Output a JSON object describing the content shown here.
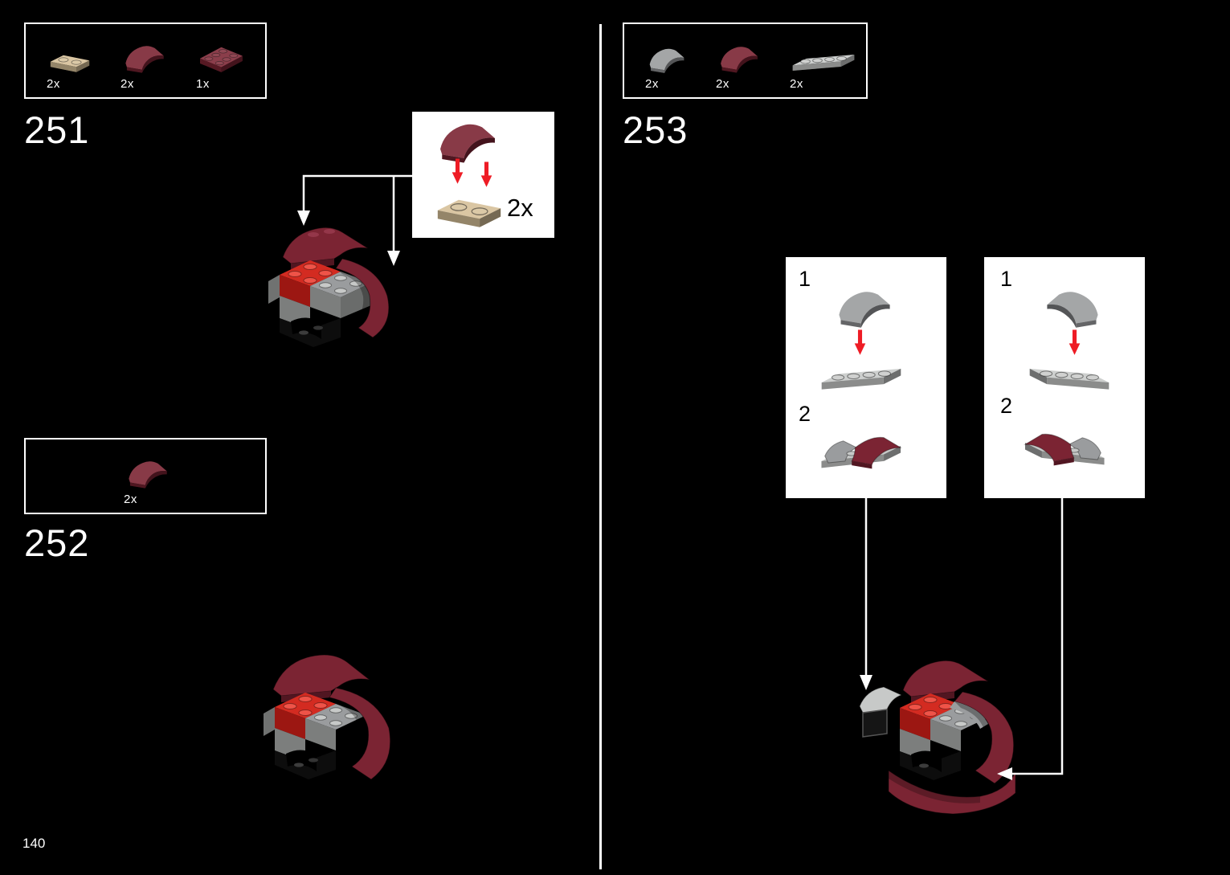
{
  "page": {
    "number": "140"
  },
  "colors": {
    "background": "#000000",
    "panel_border": "#ffffff",
    "box_bg_white": "#ffffff",
    "line_white": "#ffffff",
    "dark_red": "#7b2433",
    "dark_red_dark": "#511621",
    "dark_red_light": "#94374a",
    "red": "#d32b21",
    "red_dark": "#9c1712",
    "red_light": "#ef5348",
    "tan": "#d5bf97",
    "tan_light": "#e9d8b2",
    "gray": "#9a9c9e",
    "gray_dark": "#7c7e7d",
    "gray_light": "#c7c9c8",
    "arrow_red": "#ee1c25"
  },
  "steps": {
    "s251": {
      "number": "251",
      "parts": [
        {
          "desc": "tan 1x2 plate",
          "qty": "2x"
        },
        {
          "desc": "dark red curved slope 2x2",
          "qty": "2x"
        },
        {
          "desc": "dark red 2x3 plate",
          "qty": "1x"
        }
      ],
      "callout": {
        "qty": "2x",
        "desc": "dark red curved slope onto tan 1x2 plate"
      }
    },
    "s252": {
      "number": "252",
      "parts": [
        {
          "desc": "dark red curved slope 2x2",
          "qty": "2x"
        }
      ]
    },
    "s253": {
      "number": "253",
      "parts": [
        {
          "desc": "gray curved slope 2x2",
          "qty": "2x"
        },
        {
          "desc": "dark red curved slope 2x2",
          "qty": "2x"
        },
        {
          "desc": "light gray 1x4 plate",
          "qty": "2x"
        }
      ],
      "substeps": [
        "1",
        "2"
      ]
    }
  }
}
